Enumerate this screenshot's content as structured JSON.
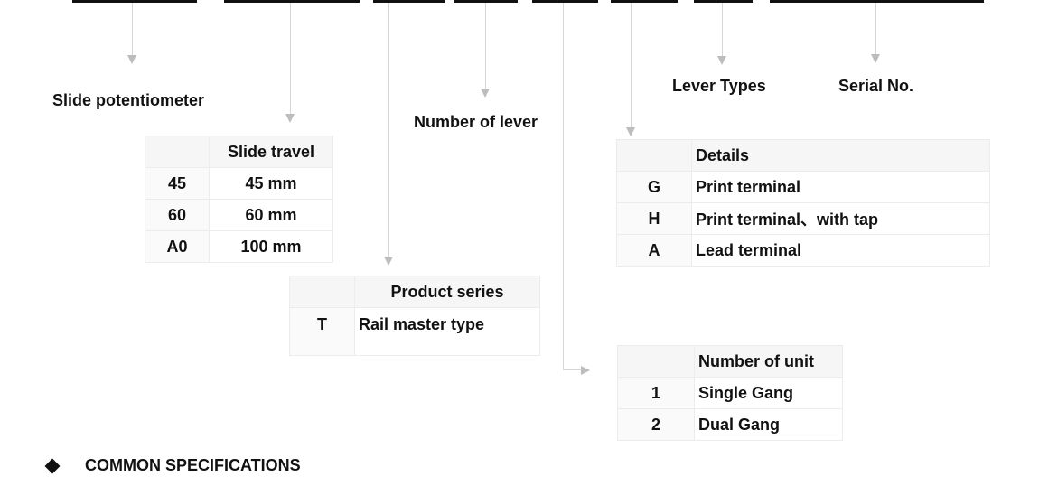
{
  "labels": {
    "slide_potentiometer": "Slide potentiometer",
    "number_of_lever": "Number of lever",
    "lever_types": "Lever Types",
    "serial_no": "Serial No."
  },
  "slide_travel": {
    "header": "Slide travel",
    "rows": [
      {
        "code": "45",
        "value": "45 mm"
      },
      {
        "code": "60",
        "value": "60 mm"
      },
      {
        "code": "A0",
        "value": "100 mm"
      }
    ]
  },
  "product_series": {
    "header": "Product series",
    "rows": [
      {
        "code": "T",
        "value": "Rail master type"
      }
    ]
  },
  "details": {
    "header": "Details",
    "rows": [
      {
        "code": "G",
        "value": "Print terminal"
      },
      {
        "code": "H",
        "value": "Print terminal、with tap"
      },
      {
        "code": "A",
        "value": "Lead terminal"
      }
    ]
  },
  "number_of_unit": {
    "header": "Number of unit",
    "rows": [
      {
        "code": "1",
        "value": "Single Gang"
      },
      {
        "code": "2",
        "value": "Dual Gang"
      }
    ]
  },
  "section": {
    "title": "COMMON SPECIFICATIONS"
  }
}
